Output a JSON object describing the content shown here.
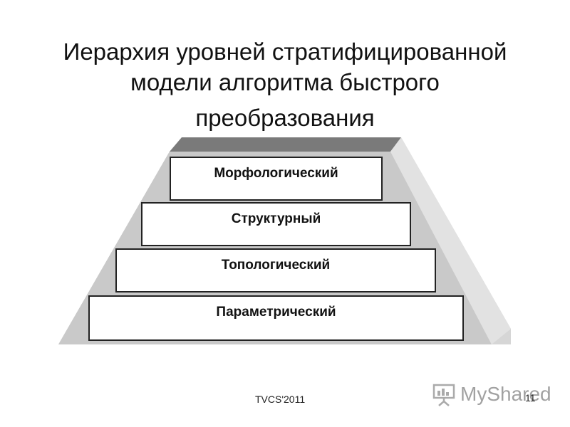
{
  "title": {
    "line1": "Иерархия уровней стратифицированной",
    "line2": "модели алгоритма быстрого",
    "line3": "преобразования"
  },
  "pyramid": {
    "levels": [
      {
        "label": "Морфологический"
      },
      {
        "label": "Структурный"
      },
      {
        "label": "Топологический"
      },
      {
        "label": "Параметрический"
      }
    ],
    "colors": {
      "top_face": "#7a7a7a",
      "left_face": "#b8b8b8",
      "right_face": "#d6d6d6",
      "box_fill": "#ffffff",
      "box_border": "#222222"
    }
  },
  "footer": {
    "text": "TVCS'2011",
    "page_number": "11"
  },
  "watermark": {
    "text": "MyShared",
    "icon": "presentation-board-icon"
  }
}
